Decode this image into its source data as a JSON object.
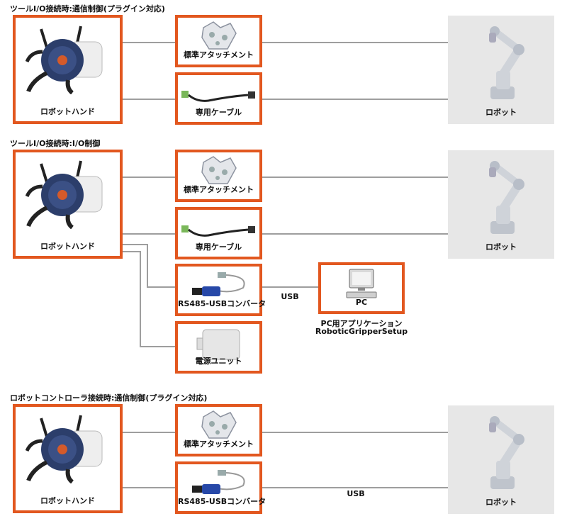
{
  "sections": [
    {
      "title": "ツールI/O接続時:通信制御(プラグイン対応)",
      "hand_label": "ロボットハンド",
      "attachment_label": "標準アタッチメント",
      "cable_label": "専用ケーブル",
      "robot_label": "ロボット"
    },
    {
      "title": "ツールI/O接続時:I/O制御",
      "hand_label": "ロボットハンド",
      "attachment_label": "標準アタッチメント",
      "cable_label": "専用ケーブル",
      "robot_label": "ロボット",
      "converter_label": "RS485-USBコンバータ",
      "power_label": "電源ユニット",
      "usb_label": "USB",
      "pc_label": "PC",
      "pc_app_line1": "PC用アプリケーション",
      "pc_app_line2": "RoboticGripperSetup"
    },
    {
      "title": "ロボットコントローラ接続時:通信制御(プラグイン対応)",
      "hand_label": "ロボットハンド",
      "attachment_label": "標準アタッチメント",
      "converter_label": "RS485-USBコンバータ",
      "usb_label": "USB",
      "robot_label": "ロボット"
    }
  ],
  "colors": {
    "box_border": "#e2571f",
    "connector_line": "#9e9e9e",
    "robot_panel": "#e7e7e7"
  },
  "icons": [
    "gripper-hand-icon",
    "attachment-bracket-icon",
    "cable-icon",
    "robot-arm-icon",
    "usb-converter-icon",
    "power-unit-icon",
    "pc-icon"
  ]
}
